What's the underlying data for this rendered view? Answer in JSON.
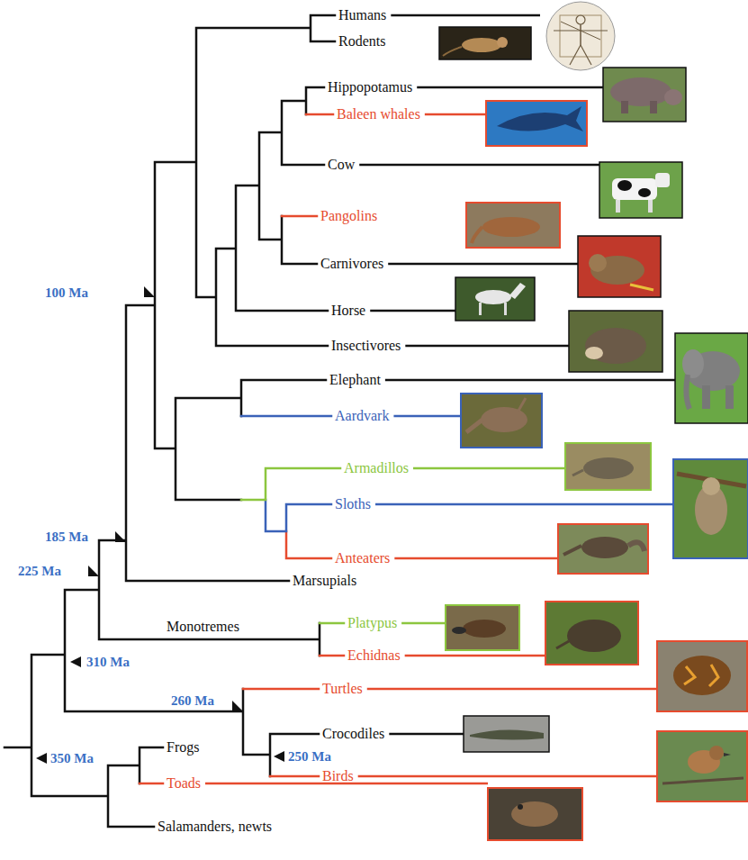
{
  "diagram": {
    "labels": [
      "Humans",
      "Rodents",
      "Hippopotamus",
      "Baleen whales",
      "Cow",
      "Pangolins",
      "Carnivores",
      "Horse",
      "Insectivores",
      "Elephant",
      "Aardvark",
      "Armadillos",
      "Sloths",
      "Anteaters",
      "Marsupials",
      "Monotremes",
      "Platypus",
      "Echidnas",
      "Turtles",
      "Crocodiles",
      "Birds",
      "Frogs",
      "Toads",
      "Salamanders, newts",
      "100 Ma",
      "185 Ma",
      "225 Ma",
      "310 Ma",
      "260 Ma",
      "250 Ma",
      "350 Ma"
    ]
  }
}
